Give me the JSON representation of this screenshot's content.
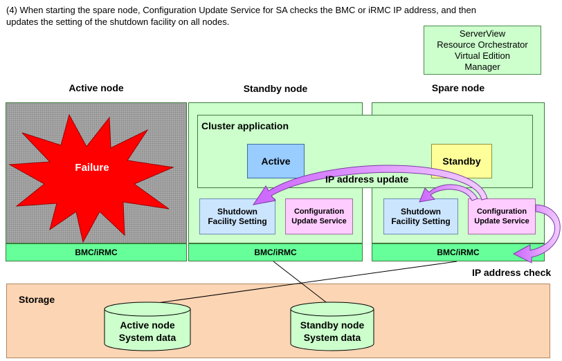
{
  "caption": {
    "line1": "(4) When starting the spare node, Configuration Update Service for SA checks the BMC or iRMC IP address, and then",
    "line2": "updates the setting of the shutdown facility on all nodes."
  },
  "manager": {
    "line1": "ServerView",
    "line2": "Resource Orchestrator",
    "line3": "Virtual Edition",
    "line4": "Manager"
  },
  "active_node": {
    "title": "Active node",
    "failure_label": "Failure",
    "bmc_label": "BMC/iRMC"
  },
  "standby_node": {
    "title": "Standby node",
    "cluster_label": "Cluster application",
    "app_state": "Active",
    "shutdown_line1": "Shutdown",
    "shutdown_line2": "Facility  Setting",
    "config_line1": "Configuration",
    "config_line2": "Update Service",
    "bmc_label": "BMC/iRMC"
  },
  "spare_node": {
    "title": "Spare node",
    "app_state": "Standby",
    "shutdown_line1": "Shutdown",
    "shutdown_line2": "Facility  Setting",
    "config_line1": "Configuration",
    "config_line2": "Update Service",
    "bmc_label": "BMC/iRMC"
  },
  "arrows": {
    "ip_update": "IP address update",
    "ip_check": "IP address check"
  },
  "storage": {
    "label": "Storage",
    "disk1_line1": "Active node",
    "disk1_line2": "System data",
    "disk2_line1": "Standby node",
    "disk2_line2": "System data"
  },
  "colors": {
    "node_bg": "#ccffcc",
    "bmc_bg": "#66ff99",
    "failure": "#ff0000",
    "arrow_fill": "#cc66ff",
    "storage_bg": "#fcd5b4"
  }
}
